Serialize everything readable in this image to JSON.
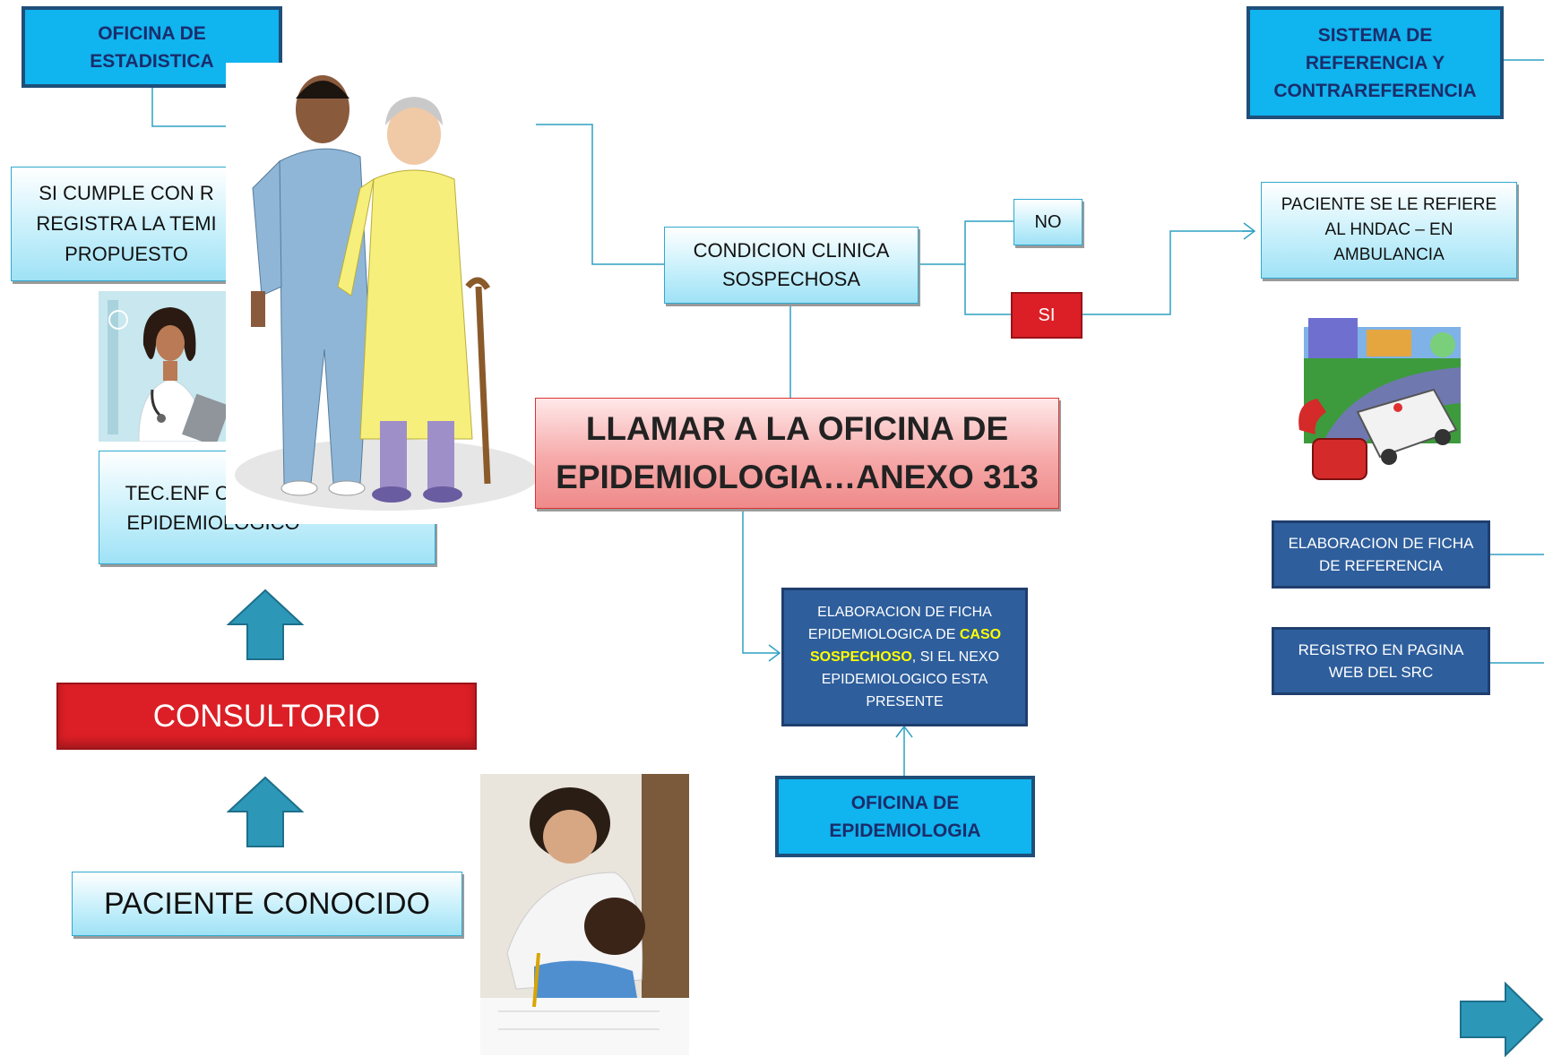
{
  "boxes": {
    "oficina_estadistica": "OFICINA DE ESTADISTICA",
    "si_cumple": "SI CUMPLE CON R REGISTRA LA TEMI PROPUESTO",
    "tec_enf": "TEC.ENF CUESTIC EPIDEMIOLOGICO",
    "consultorio": "CONSULTORIO",
    "paciente_conocido": "PACIENTE CONOCIDO",
    "condicion_clinica": "CONDICION CLINICA SOSPECHOSA",
    "no": "NO",
    "si": "SI",
    "llamar": "LLAMAR A LA OFICINA DE EPIDEMIOLOGIA…ANEXO 313",
    "ficha_epi_before": "ELABORACION DE FICHA EPIDEMIOLOGICA DE ",
    "ficha_epi_highlight": "CASO SOSPECHOSO",
    "ficha_epi_after": ", SI EL NEXO EPIDEMIOLOGICO ESTA PRESENTE",
    "oficina_epidemiologia": "OFICINA DE EPIDEMIOLOGIA",
    "sistema_referencia": "SISTEMA DE REFERENCIA Y CONTRAREFERENCIA",
    "paciente_refiere": "PACIENTE SE LE REFIERE AL HNDAC  –  EN AMBULANCIA",
    "ficha_referencia": "ELABORACION DE FICHA DE REFERENCIA",
    "registro_web": "REGISTRO EN PAGINA WEB DEL SRC"
  },
  "colors": {
    "header_blue": "#10b4ef",
    "navy": "#2e5e9c",
    "red": "#dc1f26",
    "connector": "#2fa0c2",
    "highlight_yellow": "#ffff00"
  }
}
